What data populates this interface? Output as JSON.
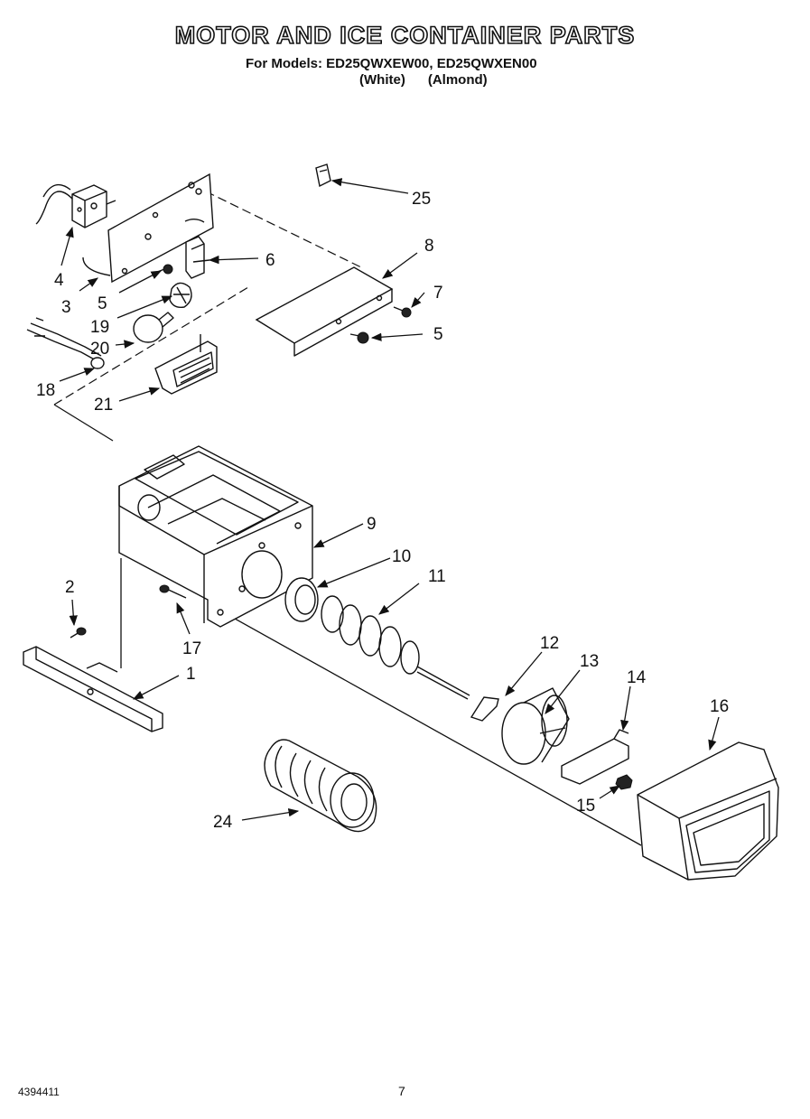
{
  "header": {
    "title": "MOTOR AND ICE CONTAINER PARTS",
    "models_line": "For Models: ED25QWXEW00, ED25QWXEN00",
    "variant_white": "(White)",
    "variant_almond": "(Almond)"
  },
  "callouts": [
    {
      "id": "c1",
      "label": "1"
    },
    {
      "id": "c2",
      "label": "2"
    },
    {
      "id": "c3",
      "label": "3"
    },
    {
      "id": "c4",
      "label": "4"
    },
    {
      "id": "c5a",
      "label": "5"
    },
    {
      "id": "c5b",
      "label": "5"
    },
    {
      "id": "c6",
      "label": "6"
    },
    {
      "id": "c7",
      "label": "7"
    },
    {
      "id": "c8",
      "label": "8"
    },
    {
      "id": "c9",
      "label": "9"
    },
    {
      "id": "c10",
      "label": "10"
    },
    {
      "id": "c11",
      "label": "11"
    },
    {
      "id": "c12",
      "label": "12"
    },
    {
      "id": "c13",
      "label": "13"
    },
    {
      "id": "c14",
      "label": "14"
    },
    {
      "id": "c15",
      "label": "15"
    },
    {
      "id": "c16",
      "label": "16"
    },
    {
      "id": "c17",
      "label": "17"
    },
    {
      "id": "c18",
      "label": "18"
    },
    {
      "id": "c19",
      "label": "19"
    },
    {
      "id": "c20",
      "label": "20"
    },
    {
      "id": "c21",
      "label": "21"
    },
    {
      "id": "c24",
      "label": "24"
    },
    {
      "id": "c25",
      "label": "25"
    }
  ],
  "footer": {
    "doc_number": "4394411",
    "page_number": "7"
  }
}
